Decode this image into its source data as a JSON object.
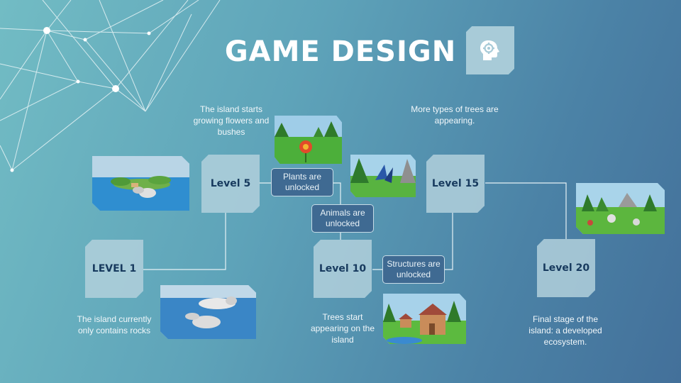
{
  "title": "GAME DESIGN",
  "icon": "head-gear-icon",
  "levels": [
    {
      "label": "LEVEL 1",
      "description": "The island currently only contains rocks"
    },
    {
      "label": "Level 5",
      "description": "The island starts growing flowers and bushes"
    },
    {
      "label": "Level 10",
      "description": "Trees start appearing on the island"
    },
    {
      "label": "Level 15",
      "description": "More types of trees are appearing."
    },
    {
      "label": "Level 20",
      "description": "Final stage of the island: a developed ecosystem."
    }
  ],
  "unlocks": {
    "plants": "Plants are unlocked",
    "animals": "Animals are unlocked",
    "structures": "Structures are unlocked"
  },
  "colors": {
    "background_start": "#72bcc4",
    "background_end": "#43709a",
    "level_box": "#b2d0dc",
    "level_text": "#173a5e",
    "callout_fill": "#3f6a92"
  }
}
